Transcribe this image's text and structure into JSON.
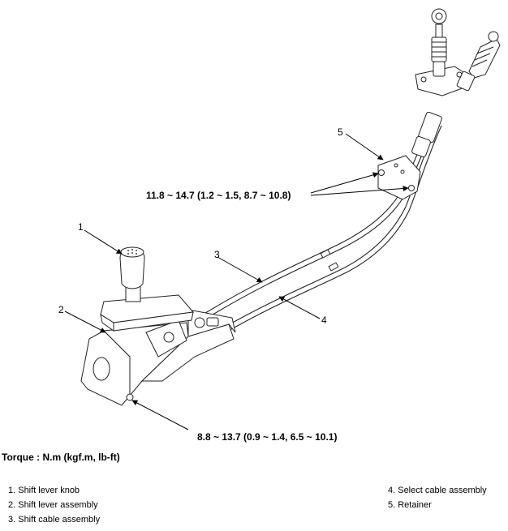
{
  "callouts": {
    "c1": "1",
    "c2": "2",
    "c3": "3",
    "c4": "4",
    "c5": "5"
  },
  "torque_specs": {
    "retainer": "11.8 ~ 14.7 (1.2 ~ 1.5, 8.7 ~ 10.8)",
    "base": "8.8 ~ 13.7 (0.9 ~ 1.4, 6.5 ~ 10.1)"
  },
  "torque_title": "Torque : N.m (kgf.m, lb-ft)",
  "legend": {
    "left": [
      "1. Shift lever knob",
      "2. Shift lever assembly",
      "3. Shift cable assembly"
    ],
    "right": [
      "4. Select cable assembly",
      "5. Retainer"
    ]
  }
}
